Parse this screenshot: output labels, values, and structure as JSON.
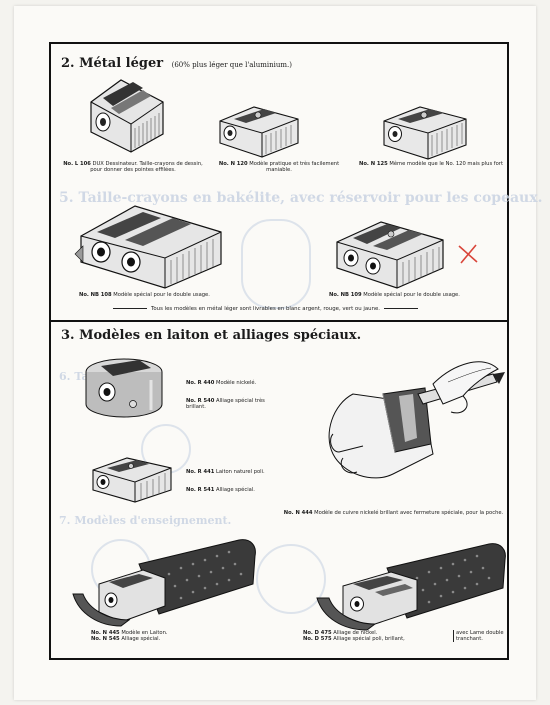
{
  "section2": {
    "number": "2.",
    "title": "Métal léger",
    "subtitle": "(60% plus léger que l'aluminium.)",
    "items": [
      {
        "code": "No. L 106",
        "desc": "DUX Dessinateur. Taille-crayons de dessin, pour donner des pointes effilées."
      },
      {
        "code": "No. N 120",
        "desc": "Modèle pratique et très facilement maniable."
      },
      {
        "code": "No. N 125",
        "desc": "Même modèle que le No. 120 mais plus fort"
      },
      {
        "code": "No. NB 108",
        "desc": "Modèle spécial pour le double usage."
      },
      {
        "code": "No. NB 109",
        "desc": "Modèle spécial pour le double usage."
      }
    ],
    "note": "Tous les modèles en métal léger sont livrables en blanc argent, rouge, vert ou jaune."
  },
  "ghost": {
    "s5": "5. Taille-crayons en bakélite, avec réservoir pour les copeaux.",
    "s6": "6. Taille-crayons",
    "s7": "7. Modèles d'enseignement."
  },
  "section3": {
    "number": "3.",
    "title": "Modèles en laiton et alliages spéciaux.",
    "items": [
      {
        "code": "No. R 440",
        "desc": "Modèle nickelé."
      },
      {
        "code": "No. R 540",
        "desc": "Alliage spécial très brillant."
      },
      {
        "code": "No. R 441",
        "desc": "Laiton naturel poli."
      },
      {
        "code": "No. R 541",
        "desc": "Alliage spécial."
      },
      {
        "code": "No. N 444",
        "desc": "Modèle de cuivre nickelé brillant avec fermeture spéciale, pour la poche."
      },
      {
        "code": "No. N 445",
        "desc": "Modèle en Laiton."
      },
      {
        "code": "No. N 545",
        "desc": "Alliage spécial."
      },
      {
        "code": "No. D 475",
        "desc": "Alliage de nickel."
      },
      {
        "code": "No. D 575",
        "desc": "Alliage spécial poli, brillant,"
      }
    ],
    "bracket_note": "avec Lame double tranchant."
  },
  "colors": {
    "mark": "#d9453a",
    "ink": "#111111",
    "ghost": "#c9d3e2"
  }
}
